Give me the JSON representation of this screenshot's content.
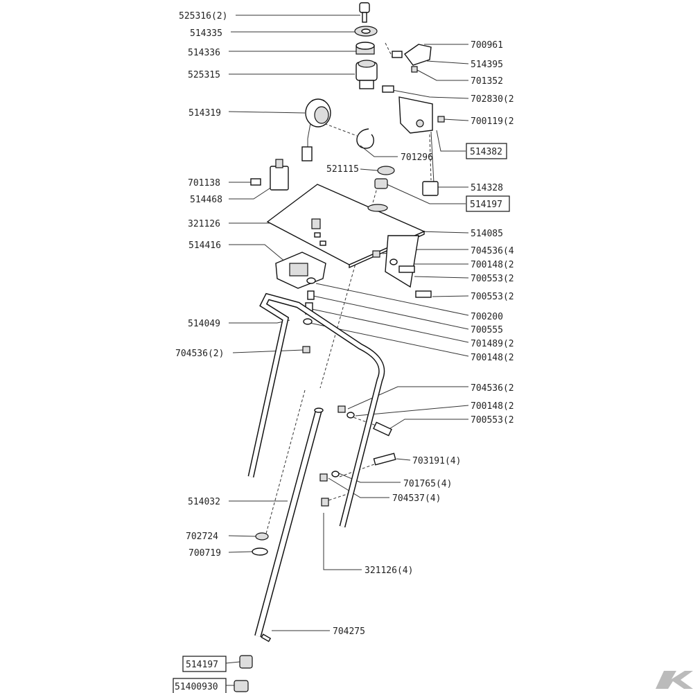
{
  "parts": [
    {
      "id": "key",
      "text": "525316(2)"
    },
    {
      "id": "washer-top",
      "text": "514335"
    },
    {
      "id": "nut-ring",
      "text": "514336"
    },
    {
      "id": "ignition-switch",
      "text": "525315"
    },
    {
      "id": "hour-meter",
      "text": "514319"
    },
    {
      "id": "circlip",
      "text": "701296"
    },
    {
      "id": "grommet",
      "text": "521115"
    },
    {
      "id": "relay-screw",
      "text": "701138"
    },
    {
      "id": "relay",
      "text": "514468"
    },
    {
      "id": "clip",
      "text": "321126"
    },
    {
      "id": "holder",
      "text": "514416"
    },
    {
      "id": "handle",
      "text": "514049"
    },
    {
      "id": "nut-left",
      "text": "704536(2)"
    },
    {
      "id": "lever-knob",
      "text": "700961"
    },
    {
      "id": "lever-block",
      "text": "514395"
    },
    {
      "id": "lever-nut",
      "text": "701352"
    },
    {
      "id": "bracket-screw",
      "text": "702830(2"
    },
    {
      "id": "bracket-nut",
      "text": "700119(2"
    },
    {
      "id": "bracket",
      "text": "514382",
      "boxed": true
    },
    {
      "id": "cable-end",
      "text": "514328"
    },
    {
      "id": "bushing-top",
      "text": "514197",
      "boxed": true
    },
    {
      "id": "panel",
      "text": "514085"
    },
    {
      "id": "panel-nut",
      "text": "704536(4"
    },
    {
      "id": "panel-washer",
      "text": "700148(2"
    },
    {
      "id": "panel-bolt-a",
      "text": "700553(2"
    },
    {
      "id": "panel-bolt-b",
      "text": "700553(2"
    },
    {
      "id": "washer-a",
      "text": "700200"
    },
    {
      "id": "screw-a",
      "text": "700555"
    },
    {
      "id": "screw-b",
      "text": "701489(2"
    },
    {
      "id": "washer-b",
      "text": "700148(2"
    },
    {
      "id": "frame-nut",
      "text": "704536(2"
    },
    {
      "id": "frame-washer",
      "text": "700148(2"
    },
    {
      "id": "frame-bolt",
      "text": "700553(2"
    },
    {
      "id": "tube-screw",
      "text": "703191(4)"
    },
    {
      "id": "tube-washer",
      "text": "701765(4)"
    },
    {
      "id": "tube-nut",
      "text": "704537(4)"
    },
    {
      "id": "shaft",
      "text": "514032"
    },
    {
      "id": "ring-a",
      "text": "702724"
    },
    {
      "id": "ring-b",
      "text": "700719"
    },
    {
      "id": "cage-nut",
      "text": "321126(4)"
    },
    {
      "id": "pin",
      "text": "704275"
    },
    {
      "id": "bushing-bottom",
      "text": "514197",
      "boxed": true
    },
    {
      "id": "coupling",
      "text": "51400930",
      "boxed": true
    }
  ]
}
